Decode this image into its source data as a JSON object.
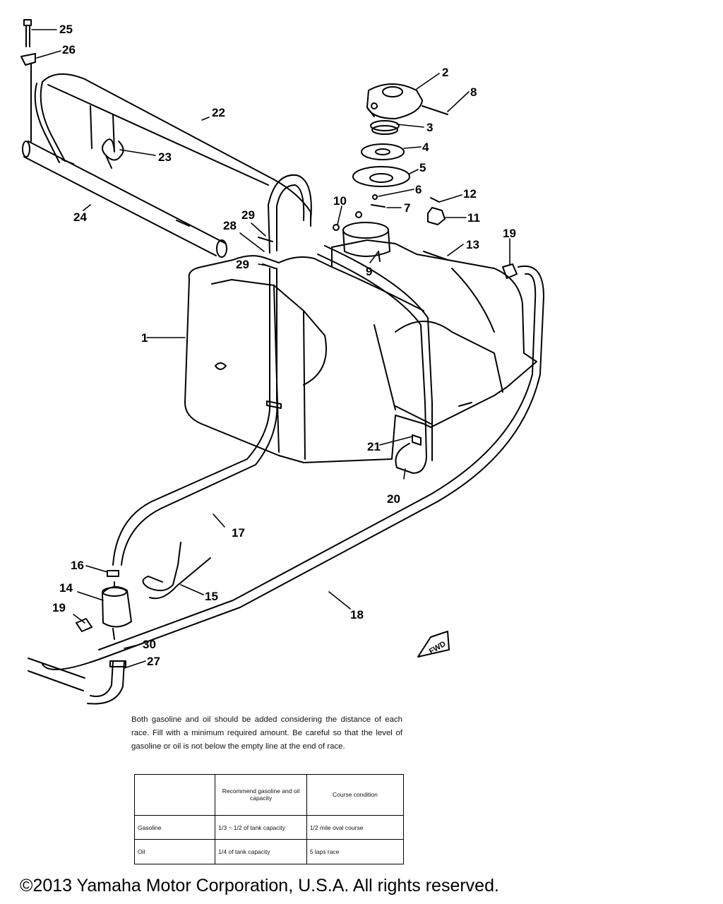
{
  "diagram": {
    "callouts": [
      {
        "id": "25",
        "text": "25"
      },
      {
        "id": "26",
        "text": "26"
      },
      {
        "id": "22",
        "text": "22"
      },
      {
        "id": "23",
        "text": "23"
      },
      {
        "id": "24",
        "text": "24"
      },
      {
        "id": "2",
        "text": "2"
      },
      {
        "id": "8",
        "text": "8"
      },
      {
        "id": "3",
        "text": "3"
      },
      {
        "id": "4",
        "text": "4"
      },
      {
        "id": "5",
        "text": "5"
      },
      {
        "id": "6",
        "text": "6"
      },
      {
        "id": "12",
        "text": "12"
      },
      {
        "id": "7",
        "text": "7"
      },
      {
        "id": "11",
        "text": "11"
      },
      {
        "id": "10",
        "text": "10"
      },
      {
        "id": "29a",
        "text": "29"
      },
      {
        "id": "28",
        "text": "28"
      },
      {
        "id": "29b",
        "text": "29"
      },
      {
        "id": "13",
        "text": "13"
      },
      {
        "id": "19a",
        "text": "19"
      },
      {
        "id": "9",
        "text": "9"
      },
      {
        "id": "1",
        "text": "1"
      },
      {
        "id": "21",
        "text": "21"
      },
      {
        "id": "20",
        "text": "20"
      },
      {
        "id": "17",
        "text": "17"
      },
      {
        "id": "16",
        "text": "16"
      },
      {
        "id": "14",
        "text": "14"
      },
      {
        "id": "15",
        "text": "15"
      },
      {
        "id": "19b",
        "text": "19"
      },
      {
        "id": "18",
        "text": "18"
      },
      {
        "id": "30",
        "text": "30"
      },
      {
        "id": "27",
        "text": "27"
      }
    ],
    "fwd_label": "FWD"
  },
  "note": "Both gasoline and oil should be added considering the distance of each race. Fill with a minimum required amount. Be careful so that the level of gasoline or oil is not below the empty line at the end of race.",
  "capacity_table": {
    "headers": [
      "",
      "Recommend gasoline and oil capacity",
      "Course condition"
    ],
    "rows": [
      [
        "Gasoline",
        "1/3 ~ 1/2 of tank capacity",
        "1/2 mile oval course"
      ],
      [
        "Oil",
        "1/4 of tank capacity",
        "5 laps race"
      ]
    ]
  },
  "copyright": "©2013 Yamaha Motor Corporation, U.S.A. All rights reserved."
}
